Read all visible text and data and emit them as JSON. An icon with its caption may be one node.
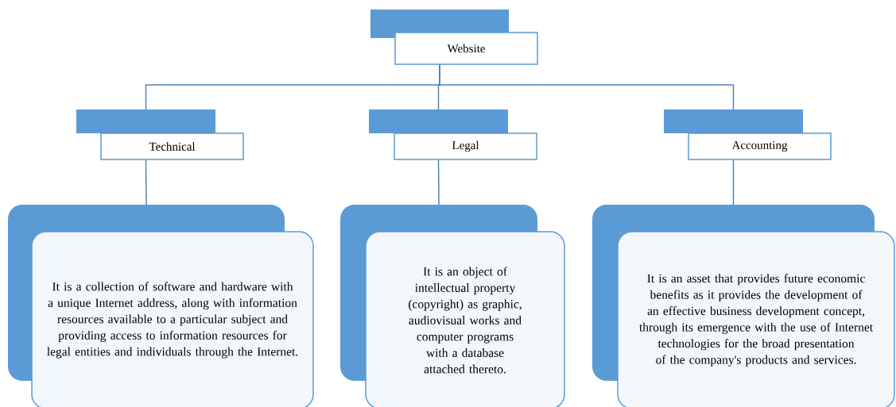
{
  "diagram": {
    "nodes": [
      {
        "text": [
          "Website"
        ]
      },
      {
        "text": [
          "Technical"
        ]
      },
      {
        "text": [
          "Legal"
        ]
      },
      {
        "text": [
          "Accounting"
        ]
      },
      {
        "text": [
          "It is a collection of software and hardware with a unique Internet address, along with information resources available to a particular subject and providing access to information resources for legal entities and individuals through the Internet."
        ]
      },
      {
        "text": [
          "It is an object of intellectual property (copyright) as graphic, audiovisual works and computer programs with a database attached thereto."
        ]
      },
      {
        "text": [
          "It is an asset that provides future economic benefits as it provides the development of an effective business development concept, through its emergence with the use of Internet technologies for the broad presentation of the company's products and services."
        ]
      }
    ],
    "edges": [
      {
        "from": 0,
        "to": 1,
        "arrow": "none"
      },
      {
        "from": 0,
        "to": 2,
        "arrow": "none"
      },
      {
        "from": 0,
        "to": 3,
        "arrow": "none"
      },
      {
        "from": 1,
        "to": 4,
        "arrow": "none"
      },
      {
        "from": 2,
        "to": 5,
        "arrow": "none"
      },
      {
        "from": 3,
        "to": 6,
        "arrow": "none"
      }
    ]
  }
}
